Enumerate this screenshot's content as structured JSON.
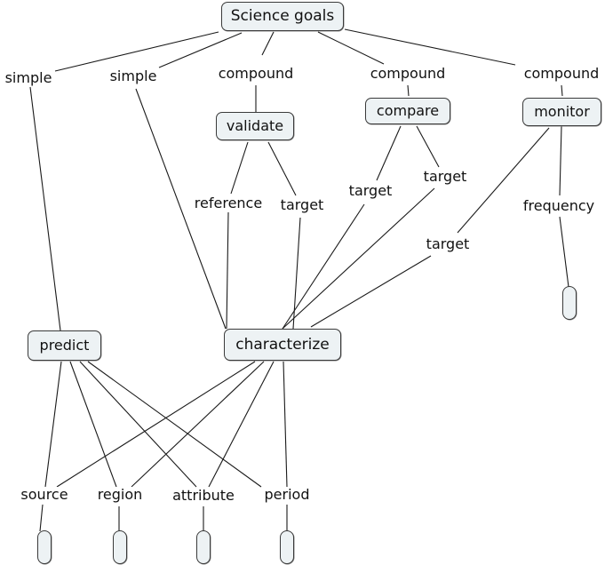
{
  "diagram": {
    "type": "concept-map",
    "colors": {
      "node_fill": "#edf2f4",
      "node_border": "#3a3a3a",
      "line": "#1a1a1a",
      "background": "#ffffff"
    },
    "nodes": {
      "science_goals": "Science goals",
      "validate": "validate",
      "compare": "compare",
      "monitor": "monitor",
      "predict": "predict",
      "characterize": "characterize"
    },
    "link_labels": {
      "simple_1": "simple",
      "simple_2": "simple",
      "compound_1": "compound",
      "compound_2": "compound",
      "compound_3": "compound",
      "reference": "reference",
      "target_validate": "target",
      "target_compare_1": "target",
      "target_compare_2": "target",
      "target_monitor": "target",
      "frequency": "frequency",
      "source": "source",
      "region": "region",
      "attribute": "attribute",
      "period": "period"
    },
    "edges": [
      [
        "Science goals",
        "simple",
        "predict"
      ],
      [
        "Science goals",
        "simple",
        "characterize"
      ],
      [
        "Science goals",
        "compound",
        "validate"
      ],
      [
        "Science goals",
        "compound",
        "compare"
      ],
      [
        "Science goals",
        "compound",
        "monitor"
      ],
      [
        "validate",
        "reference",
        "characterize"
      ],
      [
        "validate",
        "target",
        "characterize"
      ],
      [
        "compare",
        "target",
        "characterize"
      ],
      [
        "compare",
        "target",
        "characterize"
      ],
      [
        "monitor",
        "target",
        "characterize"
      ],
      [
        "monitor",
        "frequency",
        "(empty)"
      ],
      [
        "predict",
        "source",
        "(empty)"
      ],
      [
        "predict",
        "region",
        "(empty)"
      ],
      [
        "predict",
        "attribute",
        "(empty)"
      ],
      [
        "predict",
        "period",
        "(empty)"
      ],
      [
        "characterize",
        "source",
        "(empty)"
      ],
      [
        "characterize",
        "region",
        "(empty)"
      ],
      [
        "characterize",
        "attribute",
        "(empty)"
      ],
      [
        "characterize",
        "period",
        "(empty)"
      ]
    ]
  }
}
